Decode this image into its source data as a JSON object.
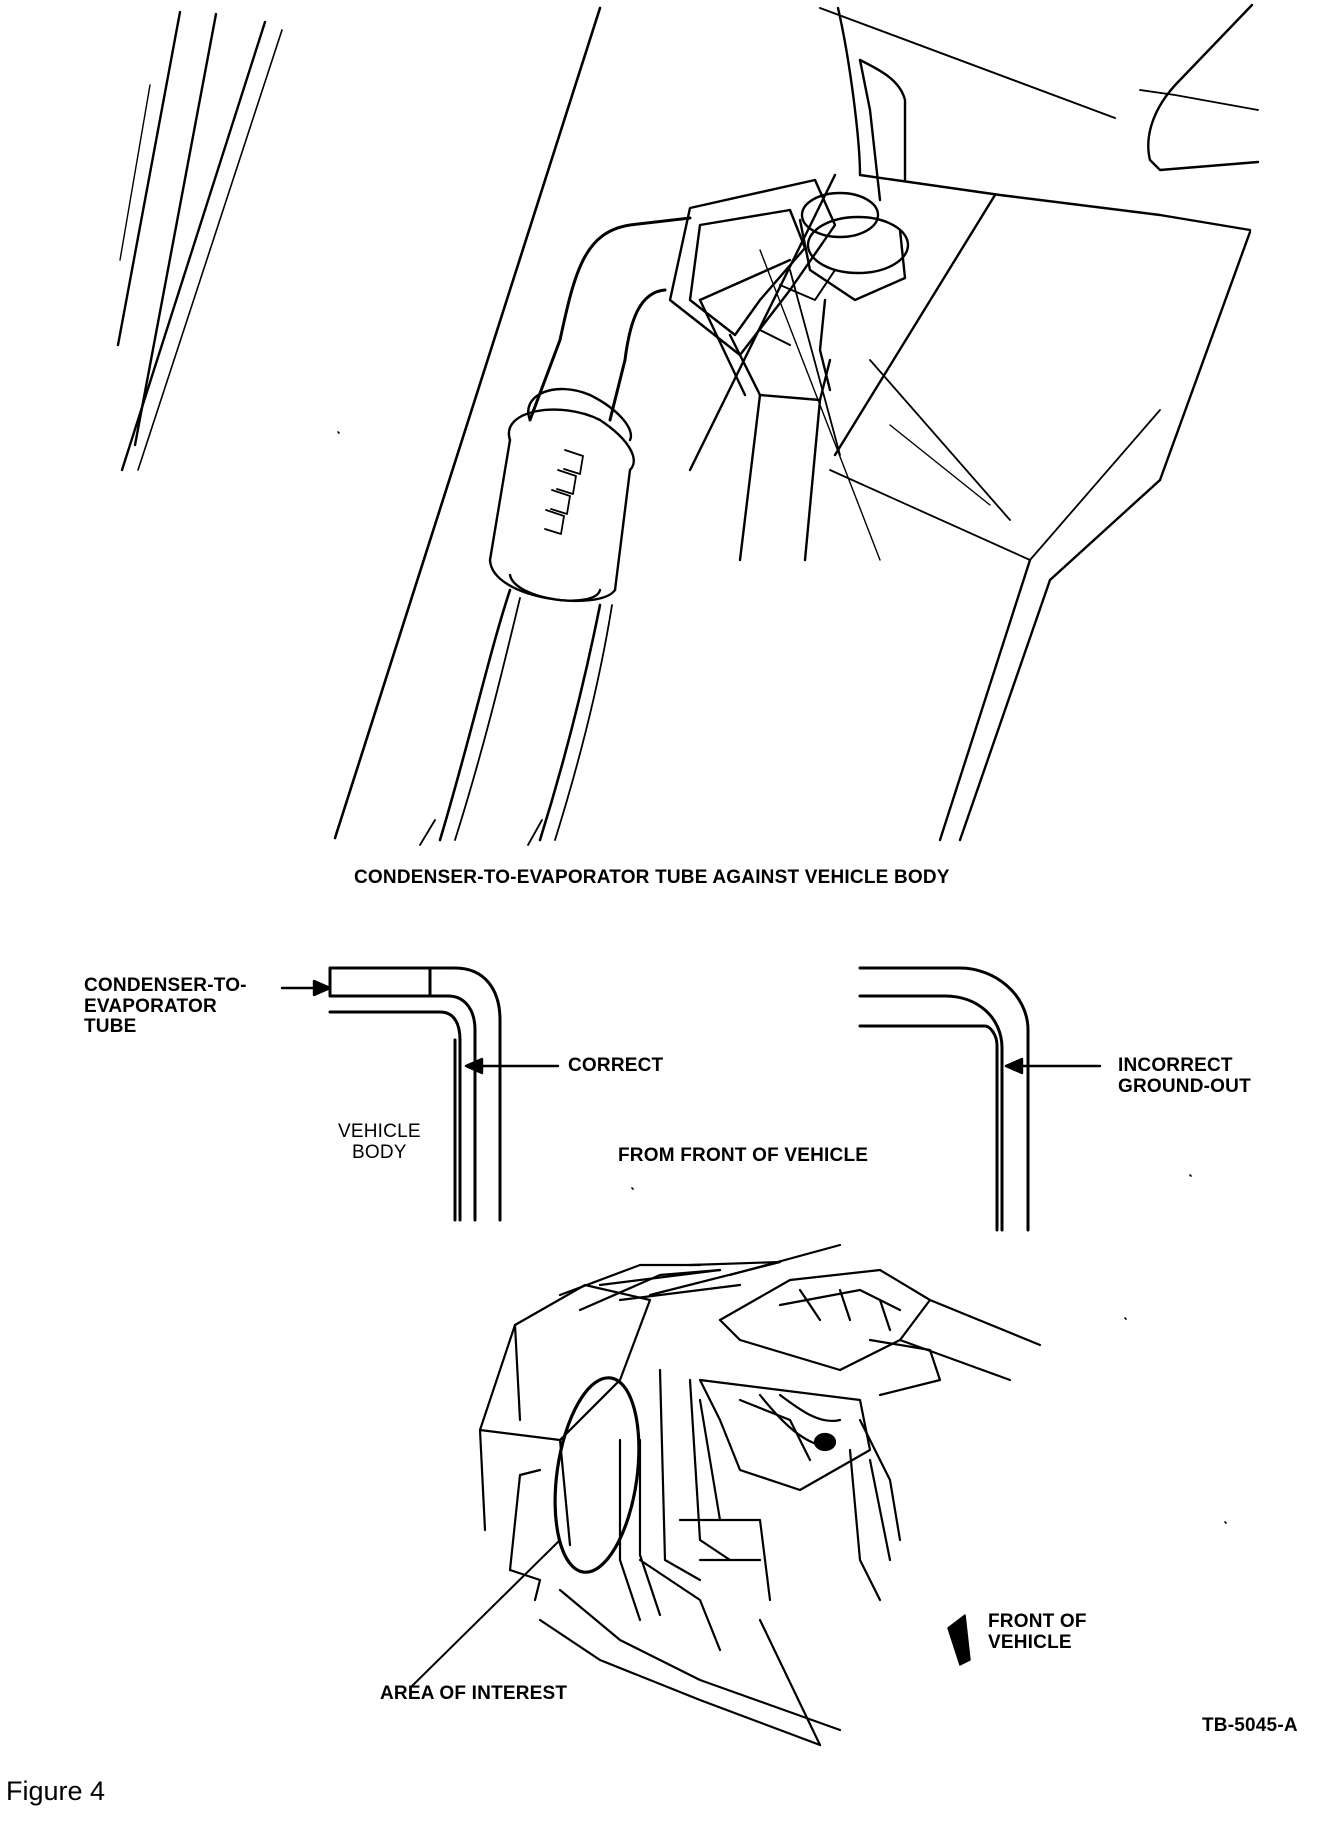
{
  "top_caption": "CONDENSER-TO-EVAPORATOR TUBE AGAINST VEHICLE BODY",
  "labels": {
    "tube": [
      "CONDENSER-TO-",
      "EVAPORATOR",
      "TUBE"
    ],
    "correct": "CORRECT",
    "incorrect": [
      "INCORRECT",
      "GROUND-OUT"
    ],
    "vehicle_body": [
      "VEHICLE",
      "BODY"
    ],
    "from_front": "FROM FRONT OF VEHICLE",
    "front_of_vehicle": [
      "FRONT OF",
      "VEHICLE"
    ],
    "area_of_interest": "AREA OF INTEREST"
  },
  "drawing_code": "TB-5045-A",
  "figure_label": "Figure 4"
}
